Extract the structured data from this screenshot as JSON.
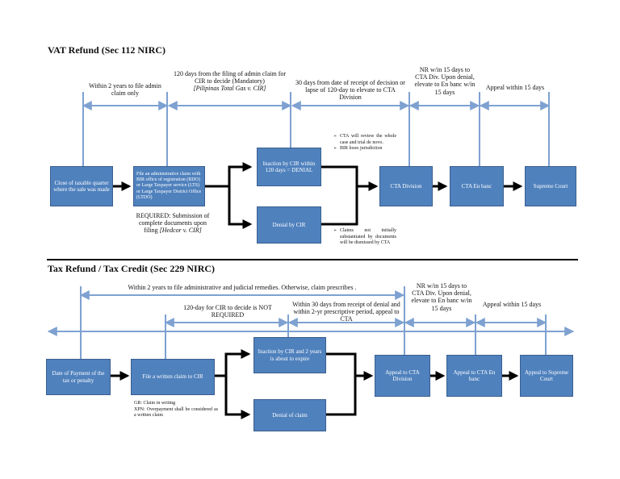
{
  "sec1": {
    "title": "VAT Refund (Sec 112 NIRC)",
    "labels": {
      "within2": "Within 2 years to file admin claim only",
      "days120_a": "120 days from the filing of admin claim for CIR to decide (Mandatory)",
      "days120_b": "[Pilipinas Total Gas v. CIR]",
      "days30": "30 days from date of receipt of decision or lapse of 120-day to elevate to CTA Division",
      "nr15": "NR w/in 15 days to CTA Div. Upon denial, elevate to En banc w/in 15 days",
      "appeal15": "Appeal within 15 days",
      "required_a": "REQUIRED: Submission of complete documents upon filing",
      "required_b": "[Hedcor v. CIR]"
    },
    "boxes": {
      "close": "Close of taxable quarter where the sale was made",
      "admin": "File an administrative claim with BIR office of registration (RDO) or Large Taxpayer service (LTS) or Large Taxpayer District Office (LTDO)",
      "inaction": "Inaction by CIR within 120 days = DENIAL",
      "denial": "Denial by CIR",
      "cta_div": "CTA Division",
      "cta_enbanc": "CTA En banc",
      "supreme": "Supreme Court"
    },
    "notes": {
      "top": [
        "CTA will review the whole case and trial de novo.",
        "BIR loses jurisdiction"
      ],
      "bottom": [
        "Claims not initially substantiated by documents will be dismissed by CTA"
      ]
    }
  },
  "sec2": {
    "title": "Tax Refund / Tax Credit (Sec 229 NIRC)",
    "labels": {
      "within2": "Within 2 years to file administrative and judicial remedies. Otherwise, claim prescribes .",
      "days120": "120-day for CIR to decide is NOT REQUIRED",
      "days30": "Within 30 days from receipt of denial and within 2-yr prescriptive period, appeal to CTA",
      "nr15": "NR w/in 15 days to CTA Div. Upon denial, elevate to En banc w/in 15 days",
      "appeal15": "Appeal within 15 days"
    },
    "boxes": {
      "payment": "Date of Payment of the tax or penalty",
      "written": "File a written claim to CIR",
      "inaction": "Inaction by CIR and 2 years is about to expire",
      "denial": "Denial of claim",
      "cta_div": "Appeal to CTA Division",
      "cta_enbanc": "Appeal to CTA En banc",
      "supreme": "Appeal to Supreme Court"
    },
    "notes": {
      "gr": "GR: Claim in writing",
      "xpn": "XPN: Overpayment shall be considered as a written claim"
    }
  },
  "colors": {
    "box": "#4f81bd",
    "timeline": "#7ea1d1",
    "arrow": "#000000",
    "divider": "#000000"
  }
}
